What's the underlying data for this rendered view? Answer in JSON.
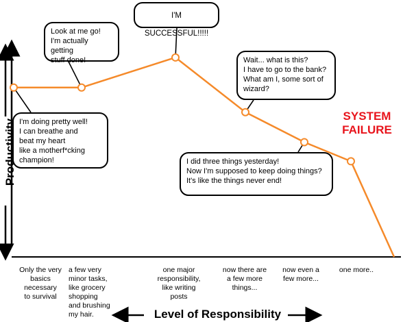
{
  "chart_data": {
    "type": "line",
    "xlabel": "Level of Responsibility",
    "ylabel": "Productivity",
    "categories": [
      "Only the very\nbasics\nnecessary\nto survival",
      "a few very\nminor tasks,\nlike grocery\nshopping\nand brushing\nmy hair.",
      "one major\nresponsibility,\nlike writing\nposts",
      "now there are\na few more\nthings...",
      "now even a\nfew more...",
      "one more.."
    ],
    "series": [
      {
        "values": [
          6.2,
          6.2,
          7.3,
          5.3,
          4.2,
          3.5,
          0
        ]
      }
    ],
    "color": "#f58a2a",
    "annotations": [
      "I'm doing pretty well!\nI can breathe and\nbeat my heart\nlike a motherf*cking\nchampion!",
      "Look at me go!\nI'm actually getting\nstuff done!",
      "I'M SUCCESSFUL!!!!!",
      "Wait...  what is this?\nI have to go to the bank?\nWhat am I, some sort of\nwizard?",
      "I did three things yesterday!\nNow I'm supposed to keep doing things?\nIt's like the things never end!"
    ],
    "failure_label": "SYSTEM\nFAILURE",
    "failure_color": "#e8141c"
  }
}
